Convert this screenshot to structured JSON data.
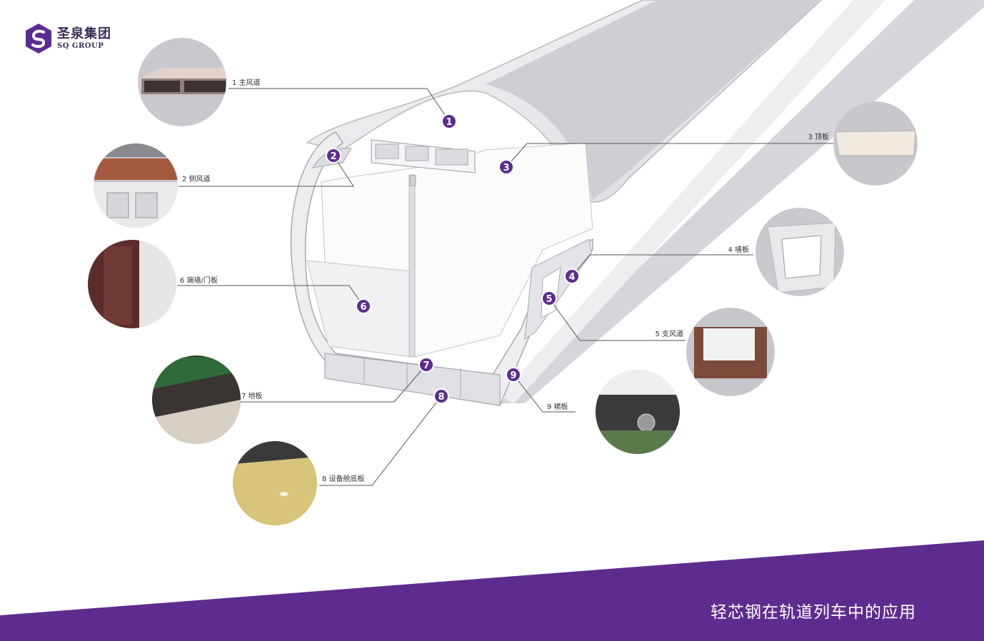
{
  "brand": {
    "name_cn": "圣泉集团",
    "name_en": "SQ GROUP",
    "logo_icon": "sq-swirl-logo-icon",
    "color": "#5c2d91"
  },
  "colors": {
    "accent_purple": "#5e2c8f",
    "badge": "#5c2d91",
    "leader_line": "#555555",
    "shell": "#e7e6ea"
  },
  "callouts": [
    {
      "number": "1",
      "label": "1 主风道",
      "name": "main-air-duct"
    },
    {
      "number": "2",
      "label": "2 侧风道",
      "name": "side-air-duct"
    },
    {
      "number": "3",
      "label": "3 顶板",
      "name": "ceiling-panel"
    },
    {
      "number": "4",
      "label": "4 墙板",
      "name": "wall-panel"
    },
    {
      "number": "5",
      "label": "5 支风道",
      "name": "branch-air-duct"
    },
    {
      "number": "6",
      "label": "6 端墙/门板",
      "name": "end-wall-door-panel"
    },
    {
      "number": "7",
      "label": "7 地板",
      "name": "floor-panel"
    },
    {
      "number": "8",
      "label": "8 设备舱底板",
      "name": "equipment-bay-floor"
    },
    {
      "number": "9",
      "label": "9 裙板",
      "name": "skirt-panel"
    }
  ],
  "footer": {
    "title": "轻芯钢在轨道列车中的应用"
  }
}
